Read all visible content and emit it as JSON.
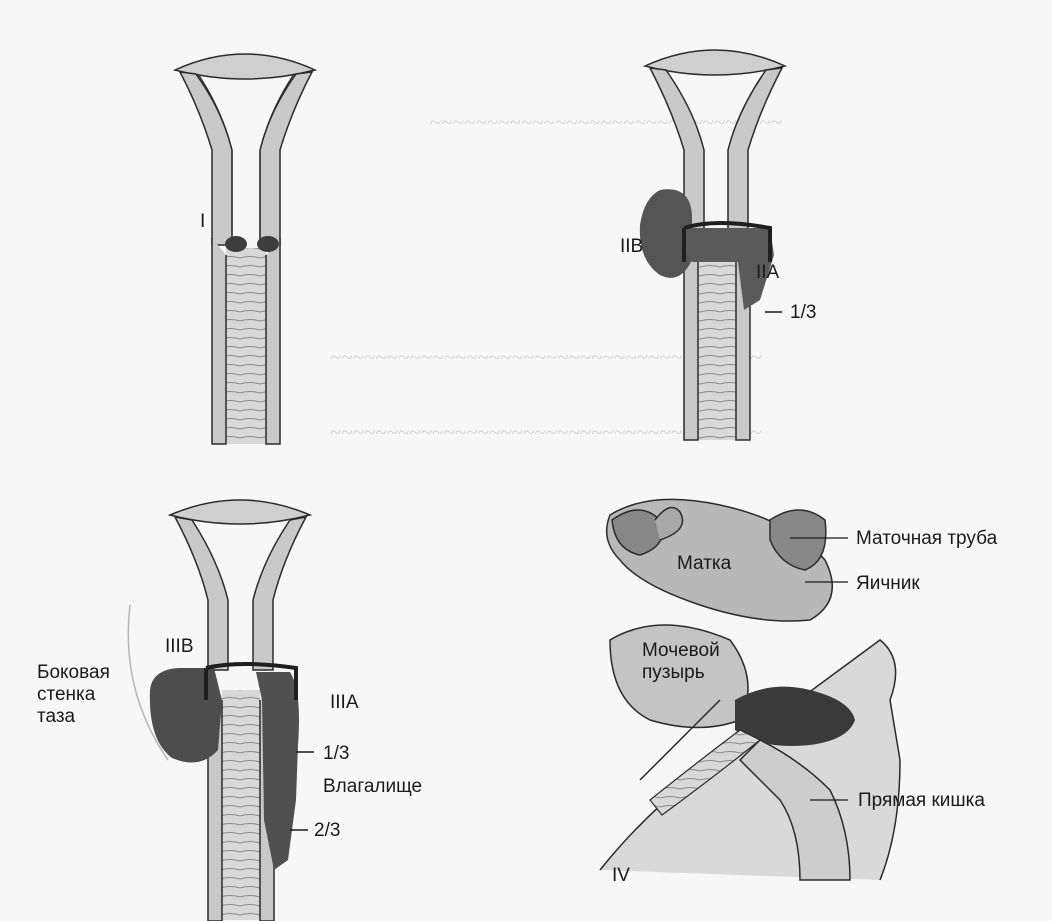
{
  "stages": {
    "I": "I",
    "IIB": "IIB",
    "IIA": "IIA",
    "IIA_third": "1/3",
    "IIIB": "IIIB",
    "IIIA": "IIIA",
    "IIIA_third": "1/3",
    "IIIA_two_thirds": "2/3",
    "IV": "IV"
  },
  "labels": {
    "pelvic_wall": "Боковая\nстенка\nтаза",
    "vagina": "Влагалище",
    "fallopian_tube": "Маточная труба",
    "uterus": "Матка",
    "ovary": "Яичник",
    "bladder": "Мочевой\nпузырь",
    "rectum": "Прямая кишка"
  },
  "colors": {
    "tissue": "#c9c9c9",
    "tissue_dark": "#9a9a9a",
    "tumor": "#4a4a4a",
    "outline": "#2b2b2b",
    "background": "#f7f7f7"
  }
}
